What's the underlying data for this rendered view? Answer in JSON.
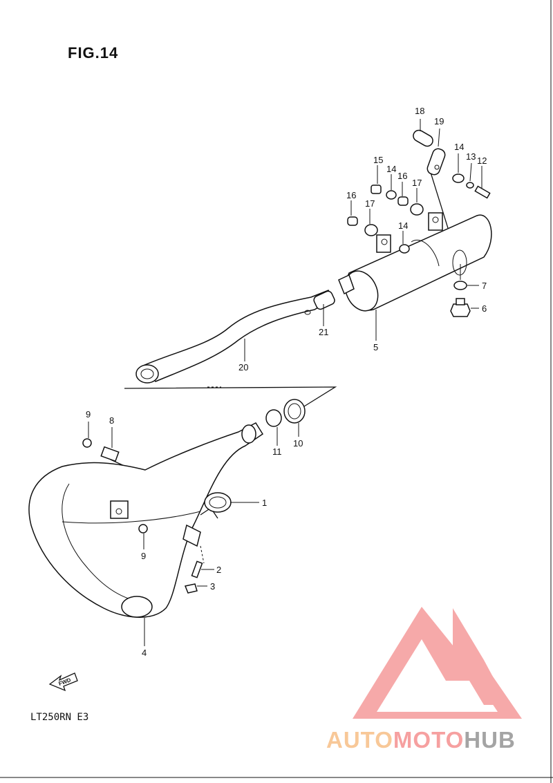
{
  "figure": {
    "title": "FIG.14"
  },
  "model_code": "LT250RN E3",
  "fwd_label": "FWD",
  "watermark": {
    "part1": "AUTO",
    "part2": "MOTO",
    "part3": "HUB"
  },
  "callouts": {
    "c1": "1",
    "c2": "2",
    "c3": "3",
    "c4": "4",
    "c5": "5",
    "c6": "6",
    "c7": "7",
    "c8": "8",
    "c9a": "9",
    "c9b": "9",
    "c10": "10",
    "c11": "11",
    "c12": "12",
    "c13": "13",
    "c14a": "14",
    "c14b": "14",
    "c14c": "14",
    "c15": "15",
    "c16a": "16",
    "c16b": "16",
    "c17a": "17",
    "c17b": "17",
    "c18": "18",
    "c19": "19",
    "c20": "20",
    "c21": "21"
  },
  "colors": {
    "line": "#111111",
    "logo_red": "#f6a0a0",
    "logo_orange": "#f8c898",
    "logo_grey": "#a4a4a4"
  }
}
